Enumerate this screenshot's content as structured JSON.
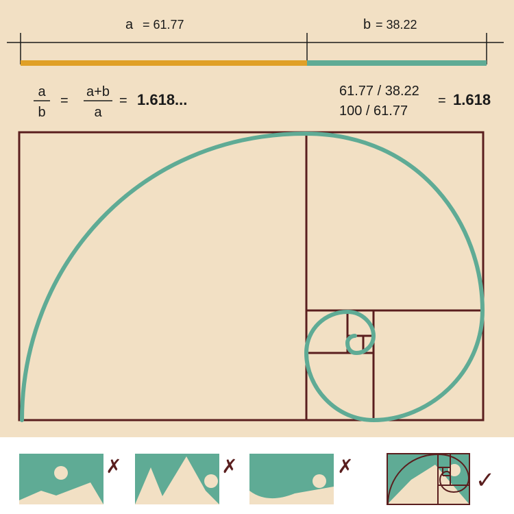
{
  "measure": {
    "a_name": "a",
    "a_eq": "= 61.77",
    "b_name": "b",
    "b_eq": "= 38.22"
  },
  "formula": {
    "num1": "a",
    "den1": "b",
    "eq1": "=",
    "num2": "a+b",
    "den2": "a",
    "eq2": "=",
    "result": "1.618..."
  },
  "calc": {
    "line1": "61.77 / 38.22",
    "line2": "100 / 61.77",
    "eq": "=",
    "result": "1.618"
  },
  "colors": {
    "background": "#f2e0c4",
    "a_segment": "#e0a027",
    "b_segment": "#5fab95",
    "frame": "#5a1e1e",
    "spiral": "#5fab95",
    "ink": "#1a1a1a",
    "thumb_fill": "#5fab95",
    "thumb_land": "#f2e0c4"
  },
  "examples": [
    {
      "composition": "mountains-horizontal",
      "mark": "✗",
      "verdict": "incorrect"
    },
    {
      "composition": "peaks",
      "mark": "✗",
      "verdict": "incorrect"
    },
    {
      "composition": "hill-corner-sun",
      "mark": "✗",
      "verdict": "incorrect"
    },
    {
      "composition": "golden-spiral",
      "mark": "✓",
      "verdict": "correct"
    }
  ]
}
